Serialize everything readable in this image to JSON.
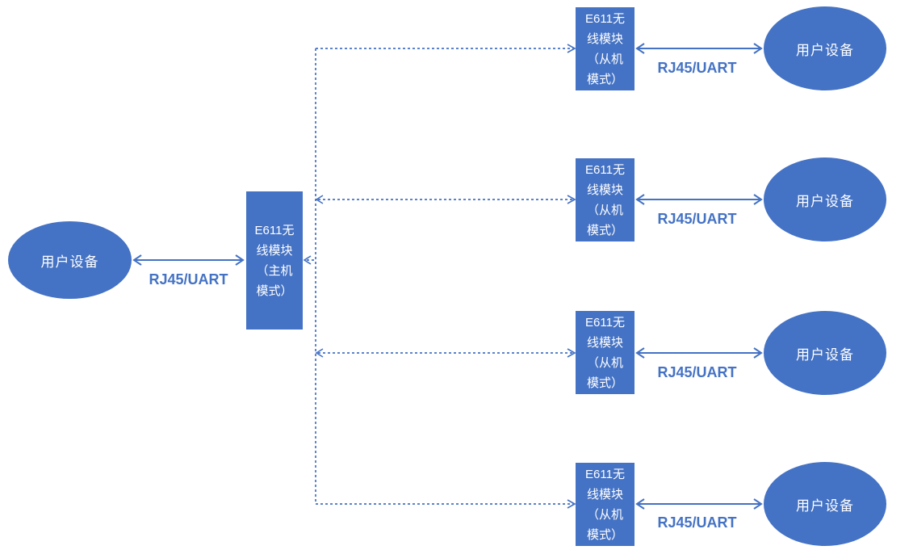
{
  "colors": {
    "shape_fill": "#4472C4",
    "shape_text": "#FFFFFF",
    "connector": "#4472C4",
    "link_label_text": "#4472C4"
  },
  "left_device": {
    "label": "用户设备"
  },
  "left_link": {
    "label": "RJ45/UART"
  },
  "host_module": {
    "label": "E611无\n线模块\n（主机\n模式）"
  },
  "rows": [
    {
      "module_label": "E611无\n线模块\n（从机\n模式）",
      "link_label": "RJ45/UART",
      "device_label": "用户设备"
    },
    {
      "module_label": "E611无\n线模块\n（从机\n模式）",
      "link_label": "RJ45/UART",
      "device_label": "用户设备"
    },
    {
      "module_label": "E611无\n线模块\n（从机\n模式）",
      "link_label": "RJ45/UART",
      "device_label": "用户设备"
    },
    {
      "module_label": "E611无\n线模块\n（从机\n模式）",
      "link_label": "RJ45/UART",
      "device_label": "用户设备"
    }
  ]
}
